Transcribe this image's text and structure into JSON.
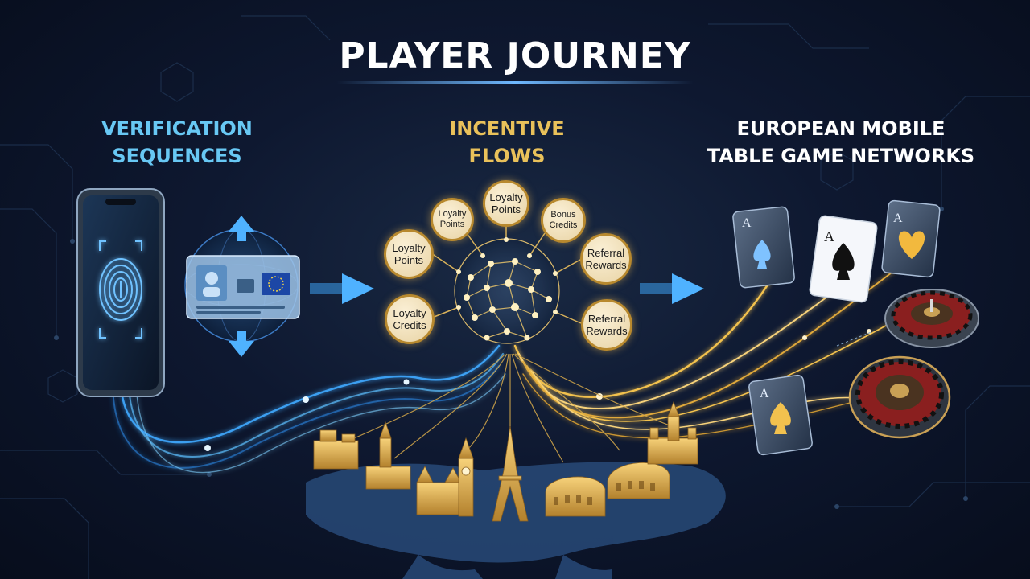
{
  "title": "PLAYER JOURNEY",
  "stages": {
    "verification": {
      "lines": [
        "VERIFICATION",
        "SEQUENCES"
      ]
    },
    "incentive": {
      "lines": [
        "INCENTIVE",
        "FLOWS"
      ]
    },
    "european": {
      "lines": [
        "EUROPEAN MOBILE",
        "TABLE GAME NETWORKS"
      ]
    }
  },
  "incentive_nodes": [
    {
      "label": "Loyalty Points"
    },
    {
      "label": "Loyalty Points"
    },
    {
      "label": "Bonus Credits"
    },
    {
      "label": "Loyalty Points"
    },
    {
      "label": "Referral Rewards"
    },
    {
      "label": "Loyalty Credits"
    },
    {
      "label": "Referral Rewards"
    }
  ],
  "cards": [
    {
      "rank": "A",
      "suit": "spade"
    },
    {
      "rank": "A",
      "suit": "spade"
    },
    {
      "rank": "A",
      "suit": "heart"
    },
    {
      "rank": "A",
      "suit": "spade"
    }
  ],
  "colors": {
    "blue_flow": "#3fa9ff",
    "gold_flow": "#f2c14e",
    "background": "#0b1426",
    "verification_heading": "#68c8f4",
    "incentive_heading": "#e9c15a"
  },
  "icons": [
    "fingerprint-icon",
    "id-card-icon",
    "network-globe-icon",
    "landmarks-icon",
    "roulette-wheel-icon"
  ]
}
